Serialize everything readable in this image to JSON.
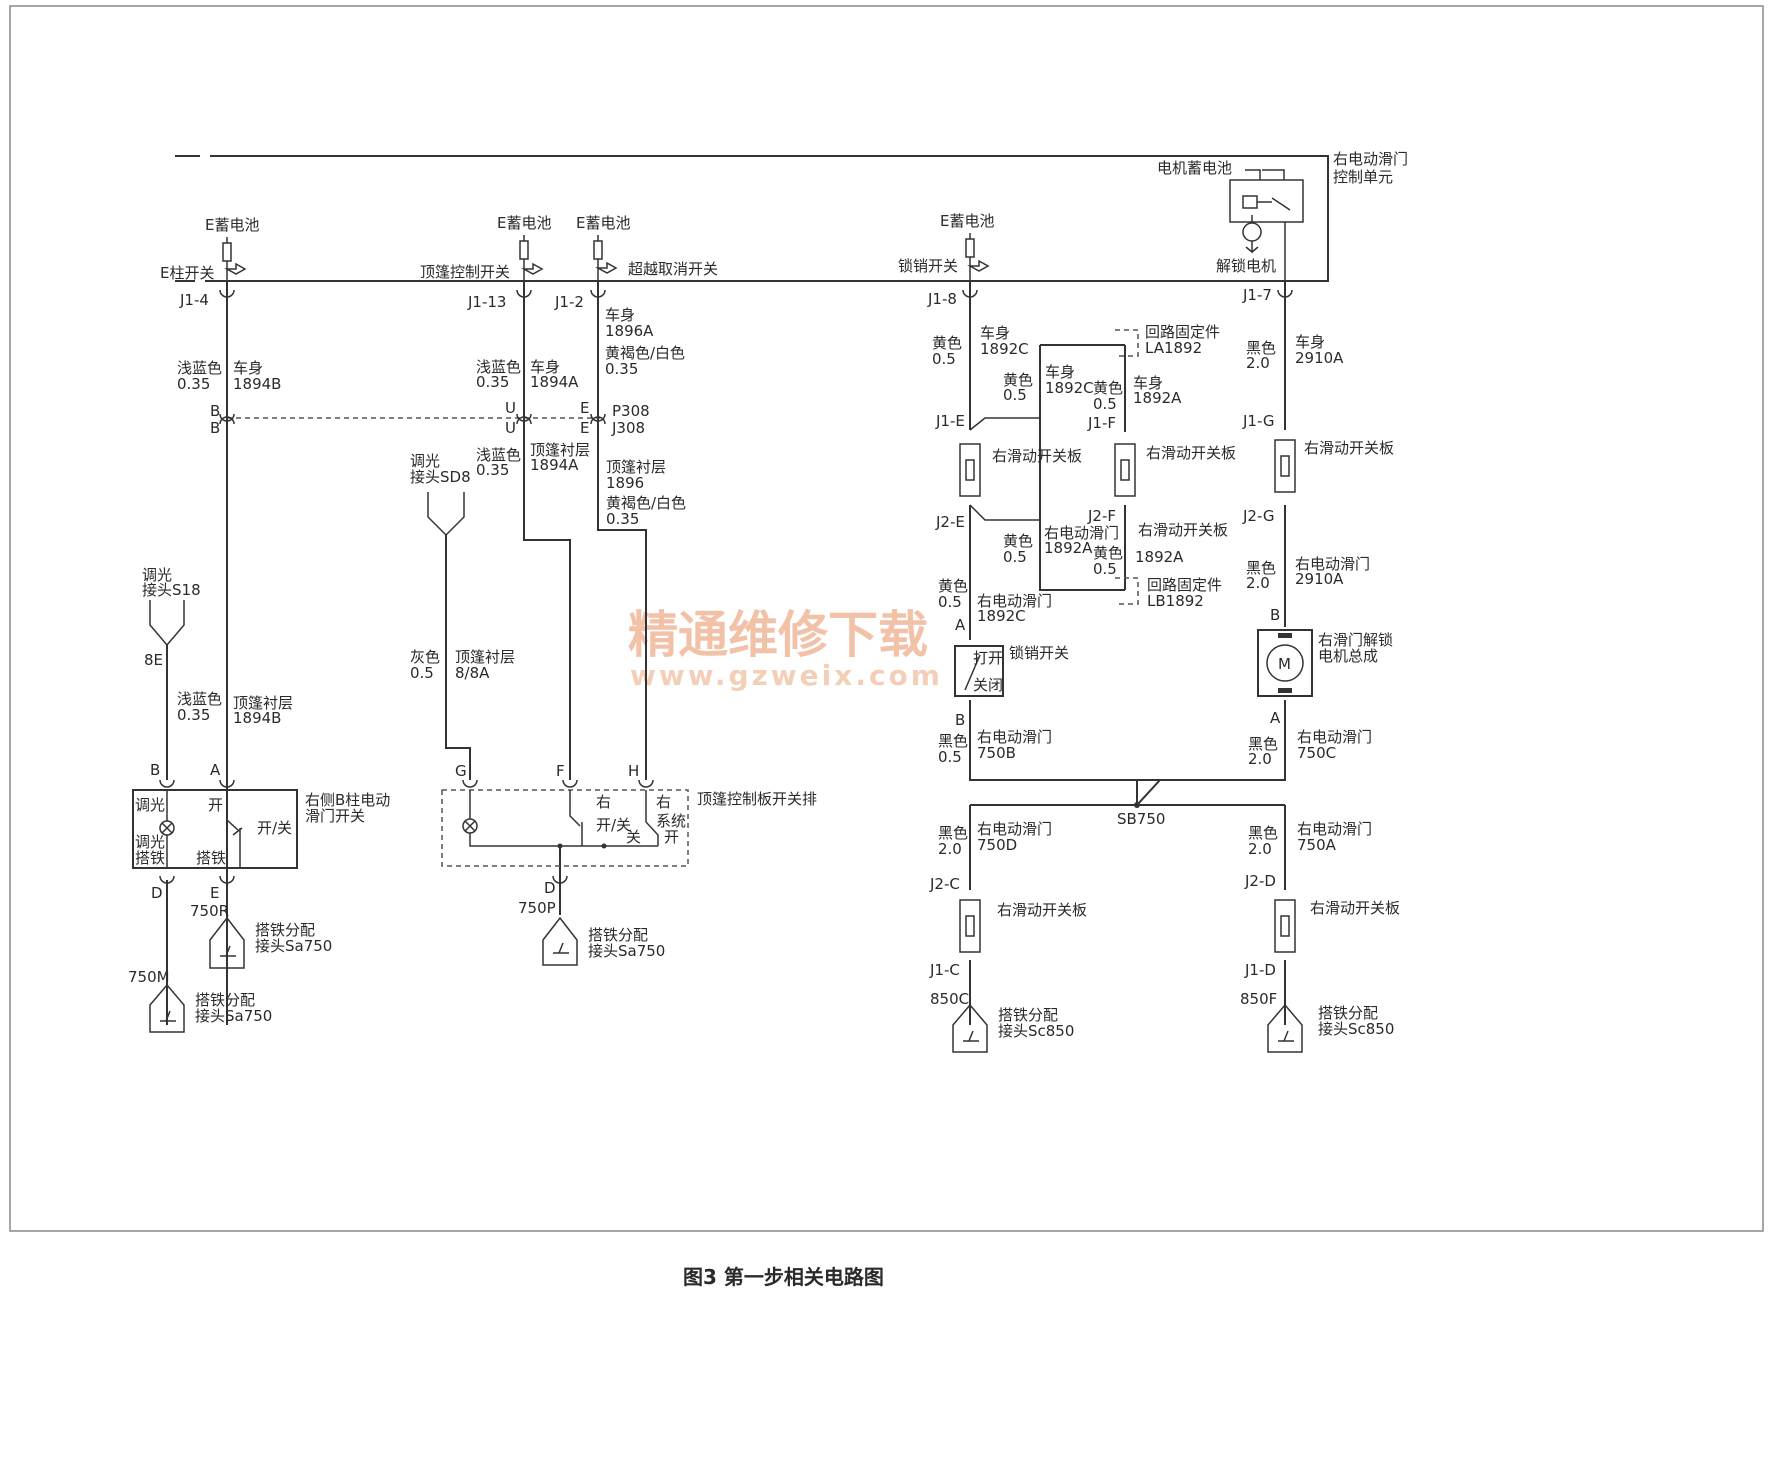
{
  "caption": "图3 第一步相关电路图",
  "watermark": {
    "text": "精通维修下载",
    "url": "www.gzweix.com"
  },
  "control_unit": {
    "name": "右电动滑门控制单元",
    "name_l1": "右电动滑门",
    "name_l2": "控制单元",
    "battery": "电机蓄电池",
    "motor": "解锁电机"
  },
  "batteries": [
    "E蓄电池",
    "E蓄电池",
    "E蓄电池",
    "E蓄电池"
  ],
  "inputs": [
    "E柱开关",
    "顶篷控制开关",
    "超越取消开关",
    "锁销开关"
  ],
  "pins": {
    "j1_4": "J1-4",
    "j1_13": "J1-13",
    "j1_2": "J1-2",
    "j1_8": "J1-8",
    "j1_7": "J1-7",
    "j1_e": "J1-E",
    "j1_f": "J1-F",
    "j1_g": "J1-G",
    "j2_e": "J2-E",
    "j2_f": "J2-F",
    "j2_g": "J2-G",
    "j2_c": "J2-C",
    "j2_d": "J2-D",
    "j1_c": "J1-C",
    "j1_d": "J1-D"
  },
  "conn_letters": {
    "b": "B",
    "u": "U",
    "e": "E",
    "a": "A",
    "d": "D",
    "g": "G",
    "f": "F",
    "h": "H",
    "e8": "8E"
  },
  "conn_p308": "P308",
  "conn_j308": "J308",
  "wires": {
    "col1_color": "浅蓝色",
    "col1_size": "0.35",
    "col1_circuit": "车身",
    "col1_num": "1894B",
    "col1b_color": "浅蓝色",
    "col1b_size": "0.35",
    "col1b_circuit": "顶篷衬层",
    "col1b_num": "1894B",
    "col2_color": "浅蓝色",
    "col2_size": "0.35",
    "col2_circuit": "车身",
    "col2_num": "1894A",
    "col2b_color": "浅蓝色",
    "col2b_size": "0.35",
    "col2b_circuit": "顶篷衬层",
    "col2b_num": "1894A",
    "col3_circuit": "车身",
    "col3_num": "1896A",
    "col3_color": "黄褐色/白色",
    "col3_size": "0.35",
    "col3b_circuit": "顶篷衬层",
    "col3b_num": "1896",
    "col3b_color": "黄褐色/白色",
    "col3b_size": "0.35",
    "gray_color": "灰色",
    "gray_size": "0.5",
    "gray_circuit": "顶篷衬层",
    "gray_num": "8/8A",
    "y1_color": "黄色",
    "y1_size": "0.5",
    "y1_circuit": "车身",
    "y1_num": "1892C",
    "y2_color": "黄色",
    "y2_size": "0.5",
    "y2_circuit": "车身",
    "y2_num": "1892C",
    "y3_color": "黄色",
    "y3_size": "0.5",
    "y3_circuit": "车身",
    "y3_num": "1892A",
    "y4_color": "黄色",
    "y4_size": "0.5",
    "y4_circuit": "右电动滑门",
    "y4_num": "1892A",
    "y5_color": "黄色",
    "y5_size": "0.5",
    "y5_num": "1892A",
    "y6_color": "黄色",
    "y6_size": "0.5",
    "y6_circuit": "右电动滑门",
    "y6_num": "1892C",
    "b1_color": "黑色",
    "b1_size": "2.0",
    "b1_circuit": "车身",
    "b1_num": "2910A",
    "b2_color": "黑色",
    "b2_size": "2.0",
    "b2_circuit": "右电动滑门",
    "b2_num": "2910A",
    "b3_color": "黑色",
    "b3_size": "0.5",
    "b3_circuit": "右电动滑门",
    "b3_num": "750B",
    "b4_color": "黑色",
    "b4_size": "2.0",
    "b4_circuit": "右电动滑门",
    "b4_num": "750C",
    "b5_color": "黑色",
    "b5_size": "2.0",
    "b5_circuit": "右电动滑门",
    "b5_num": "750D",
    "b6_color": "黑色",
    "b6_size": "2.0",
    "b6_circuit": "右电动滑门",
    "b6_num": "750A"
  },
  "components": {
    "s18_l1": "调光",
    "s18_l2": "接头S18",
    "sd8_l1": "调光",
    "sd8_l2": "接头SD8",
    "bswitch_l1": "右侧B柱电动",
    "bswitch_l2": "滑门开关",
    "dim": "调光",
    "open": "开",
    "onoff": "开/关",
    "dim_gnd_1": "调光",
    "dim_gnd_2": "搭铁",
    "gnd": "搭铁",
    "roof_panel": "顶篷控制板开关排",
    "right": "右",
    "right_onoff": "开/关",
    "right2": "右",
    "system": "系统",
    "sys_on": "开",
    "sys_off": "关",
    "slide_board": "右滑动开关板",
    "la": "回路固定件",
    "la_id": "LA1892",
    "lb": "回路固定件",
    "lb_id": "LB1892",
    "lock_switch": "锁销开关",
    "lock_open": "打开",
    "lock_close": "关闭",
    "motor_l1": "右滑门解锁",
    "motor_l2": "电机总成",
    "motor_symbol": "M",
    "splice": "SB750"
  },
  "grounds": {
    "g750r": "750R",
    "g750m": "750M",
    "g750p": "750P",
    "g850c": "850C",
    "g850f": "850F",
    "sa_l1": "搭铁分配",
    "sa_l2": "接头Sa750",
    "sc_l1": "搭铁分配",
    "sc_l2": "接头Sc850"
  }
}
